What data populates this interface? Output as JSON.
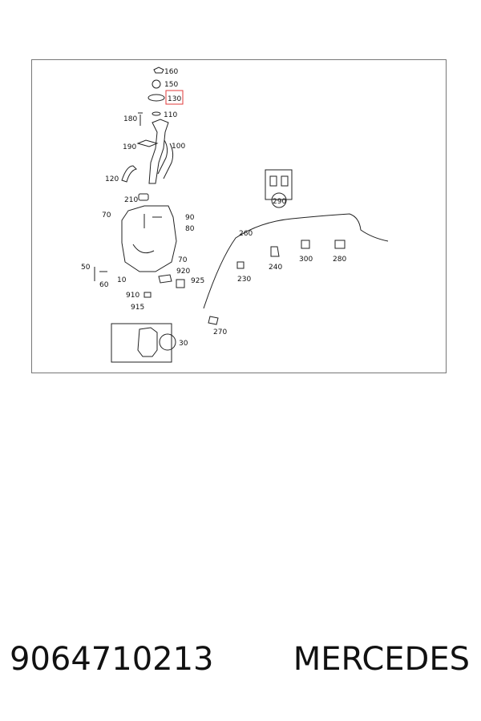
{
  "diagram": {
    "callouts": {
      "c160": "160",
      "c150": "150",
      "c130": "130",
      "c110": "110",
      "c180": "180",
      "c100": "100",
      "c190": "190",
      "c120": "120",
      "c210": "210",
      "c70a": "70",
      "c90": "90",
      "c80": "80",
      "c70b": "70",
      "c50": "50",
      "c60": "60",
      "c10": "10",
      "c920": "920",
      "c925": "925",
      "c910": "910",
      "c915": "915",
      "c30": "30",
      "c260": "260",
      "c290": "290",
      "c240": "240",
      "c300": "300",
      "c280": "280",
      "c230": "230",
      "c270": "270"
    },
    "highlighted_callout": "130",
    "highlight_color": "#e03a3a"
  },
  "caption": {
    "part_number": "9064710213",
    "brand": "MERCEDES"
  }
}
